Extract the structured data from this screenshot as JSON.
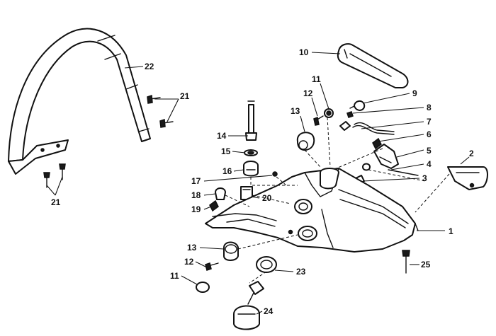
{
  "colors": {
    "line": "#111111",
    "background": "#ffffff"
  },
  "callouts": [
    {
      "id": "c1",
      "text": "1"
    },
    {
      "id": "c2",
      "text": "2"
    },
    {
      "id": "c3",
      "text": "3"
    },
    {
      "id": "c4",
      "text": "4"
    },
    {
      "id": "c5",
      "text": "5"
    },
    {
      "id": "c6",
      "text": "6"
    },
    {
      "id": "c7",
      "text": "7"
    },
    {
      "id": "c8",
      "text": "8"
    },
    {
      "id": "c9",
      "text": "9"
    },
    {
      "id": "c10",
      "text": "10"
    },
    {
      "id": "c11a",
      "text": "11"
    },
    {
      "id": "c12a",
      "text": "12"
    },
    {
      "id": "c13a",
      "text": "13"
    },
    {
      "id": "c14",
      "text": "14"
    },
    {
      "id": "c15",
      "text": "15"
    },
    {
      "id": "c16",
      "text": "16"
    },
    {
      "id": "c17",
      "text": "17"
    },
    {
      "id": "c18",
      "text": "18"
    },
    {
      "id": "c19",
      "text": "19"
    },
    {
      "id": "c20",
      "text": "20"
    },
    {
      "id": "c21a",
      "text": "21"
    },
    {
      "id": "c21b",
      "text": "21"
    },
    {
      "id": "c22",
      "text": "22"
    },
    {
      "id": "c13b",
      "text": "13"
    },
    {
      "id": "c12b",
      "text": "12"
    },
    {
      "id": "c11b",
      "text": "11"
    },
    {
      "id": "c23",
      "text": "23"
    },
    {
      "id": "c24",
      "text": "24"
    },
    {
      "id": "c25",
      "text": "25"
    }
  ]
}
